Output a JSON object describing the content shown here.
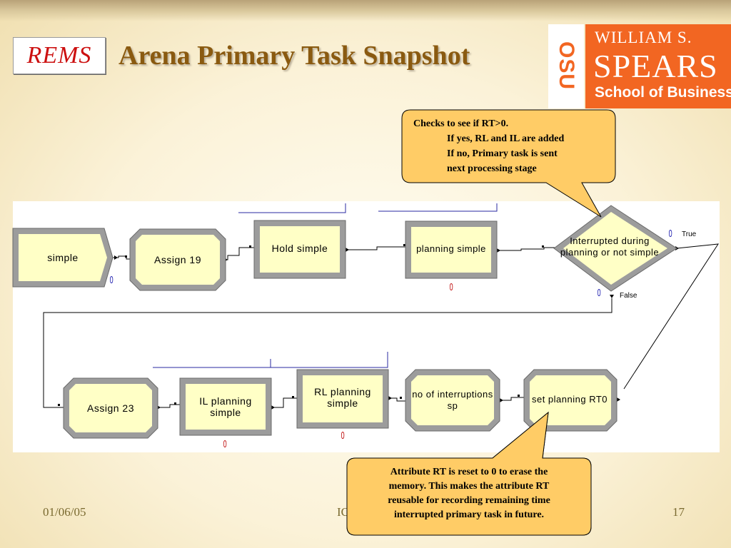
{
  "slide": {
    "title": "Arena Primary Task Snapshot",
    "rems_logo_text": "REMS",
    "osu_logo": {
      "vertical": "OSU",
      "line1": "WILLIAM S.",
      "line2": "SPEARS",
      "line3": "School of Business"
    },
    "footer": {
      "date": "01/06/05",
      "center_partial": "IC",
      "page": "17"
    }
  },
  "callouts": {
    "top": {
      "line1": "Checks to see if RT>0.",
      "line2": "If yes, RL and IL are added",
      "line3": "If no, Primary task is sent",
      "line4": "next processing stage"
    },
    "bottom": {
      "line1": "Attribute RT is reset to 0 to erase the",
      "line2": "memory. This makes the attribute RT",
      "line3": "reusable for recording remaining time",
      "line4": "interrupted primary task in future."
    }
  },
  "flowchart": {
    "modules": {
      "create_simple": "simple",
      "assign_19": "Assign 19",
      "hold_simple": "Hold simple",
      "planning_simple": "planning simple",
      "decide": "Interrupted during planning or not simple",
      "set_planning": "set planning RT0",
      "no_of_interruptions": "no of interruptions sp",
      "rl_planning": "RL planning simple",
      "il_planning": "IL planning simple",
      "assign_23": "Assign 23"
    },
    "counters": {
      "create_simple": "0",
      "planning_simple": "0",
      "decide_true": "0",
      "decide_false": "0",
      "rl_planning": "0",
      "il_planning": "0"
    },
    "branch_labels": {
      "true": "True",
      "false": "False"
    }
  },
  "colors": {
    "title": "#8a5a10",
    "callout_fill": "#ffcc66",
    "module_fill": "#ffffc6",
    "module_bevel": "#a0a0a0",
    "counter_blue": "#2020b0",
    "counter_red": "#c01010",
    "osu_orange": "#f26622"
  }
}
